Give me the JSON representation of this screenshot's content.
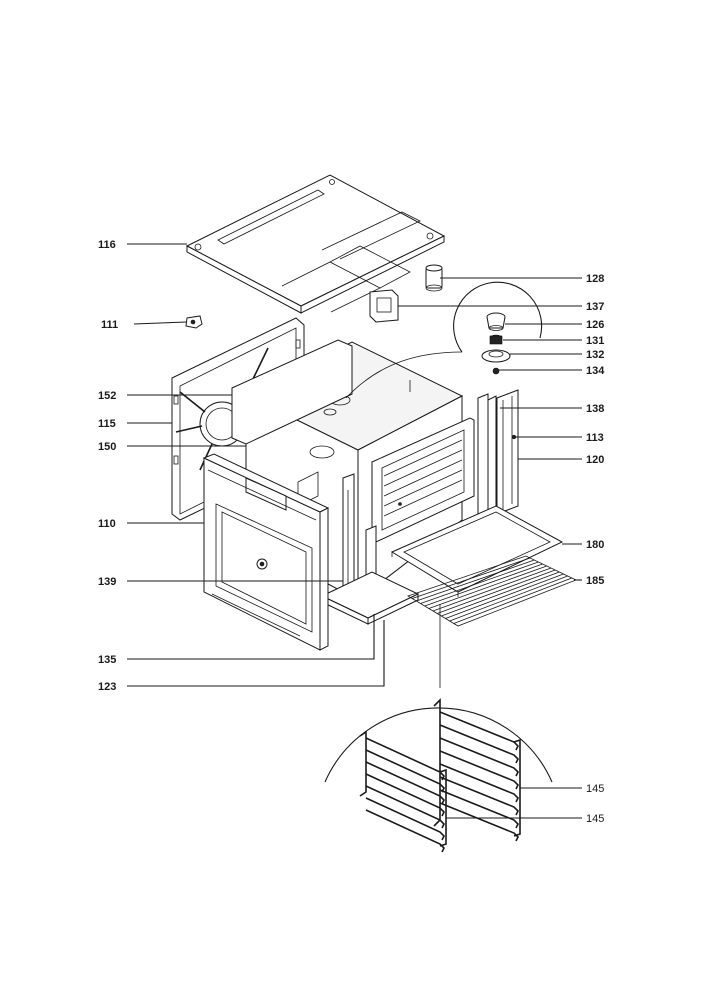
{
  "diagram": {
    "callouts": [
      {
        "id": "c116",
        "text": "116"
      },
      {
        "id": "c128",
        "text": "128"
      },
      {
        "id": "c137",
        "text": "137"
      },
      {
        "id": "c111",
        "text": "111"
      },
      {
        "id": "c126",
        "text": "126"
      },
      {
        "id": "c131",
        "text": "131"
      },
      {
        "id": "c132",
        "text": "132"
      },
      {
        "id": "c134",
        "text": "134"
      },
      {
        "id": "c152",
        "text": "152"
      },
      {
        "id": "c138",
        "text": "138"
      },
      {
        "id": "c115",
        "text": "115"
      },
      {
        "id": "c113",
        "text": "113"
      },
      {
        "id": "c150",
        "text": "150"
      },
      {
        "id": "c120",
        "text": "120"
      },
      {
        "id": "c110",
        "text": "110"
      },
      {
        "id": "c180",
        "text": "180"
      },
      {
        "id": "c139",
        "text": "139"
      },
      {
        "id": "c185",
        "text": "185"
      },
      {
        "id": "c135",
        "text": "135"
      },
      {
        "id": "c123",
        "text": "123"
      },
      {
        "id": "c145a",
        "text": "145"
      },
      {
        "id": "c145b",
        "text": "145"
      }
    ]
  }
}
